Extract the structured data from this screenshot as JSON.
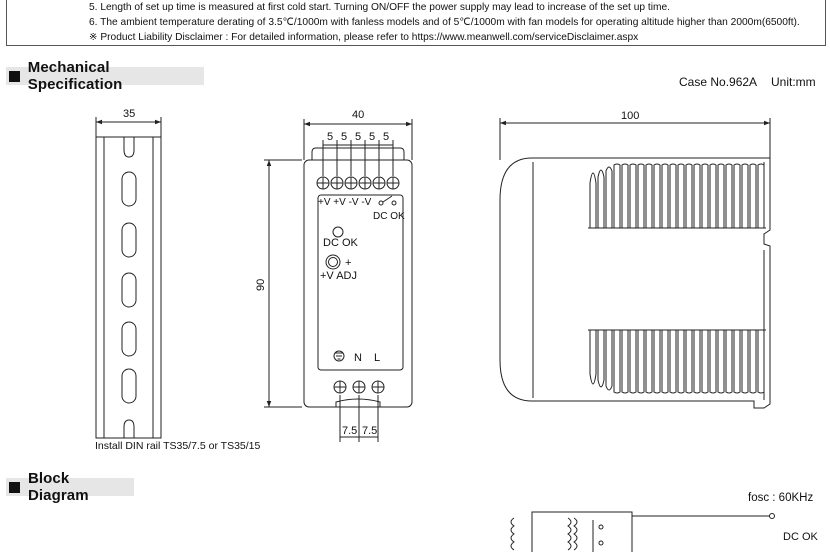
{
  "notes": {
    "line5": "5. Length of set up time is measured at first cold start. Turning ON/OFF the power supply may lead to increase of the set up time.",
    "line6": "6. The ambient temperature derating of 3.5℃/1000m with fanless models and of 5℃/1000m with fan models for operating altitude higher than 2000m(6500ft).",
    "disclaimer": "※ Product Liability Disclaimer : For detailed information, please refer to https://www.meanwell.com/serviceDisclaimer.aspx"
  },
  "mechanical": {
    "title": "Mechanical Specification",
    "case_no": "Case No.962A",
    "unit": "Unit:mm",
    "din_rail": {
      "width_label": "35",
      "caption": "Install DIN rail TS35/7.5 or TS35/15"
    },
    "front": {
      "width_label": "40",
      "pitch_label": "5",
      "height_label": "90",
      "terminal_labels": "+V +V -V -V",
      "dcok_top": "DC OK",
      "dcok_led": "DC OK",
      "adj_sign": "+",
      "adj_label": "+V ADJ",
      "label_n": "N",
      "label_l": "L",
      "bottom_pitch": "7.5"
    },
    "side": {
      "width_label": "100"
    }
  },
  "block": {
    "title": "Block Diagram",
    "fosc": "fosc : 60KHz",
    "dcok": "DC OK"
  }
}
